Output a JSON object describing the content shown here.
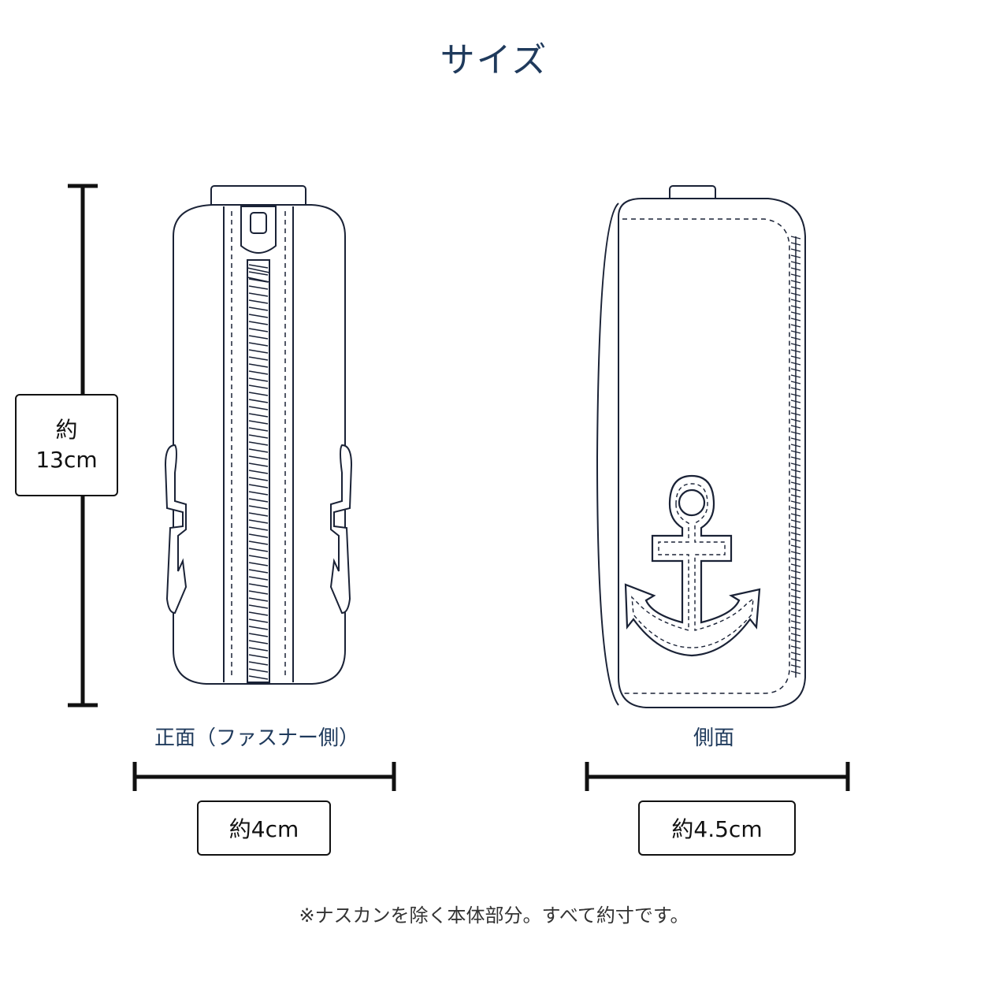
{
  "title": "サイズ",
  "front_view": {
    "caption": "正面（ファスナー側）",
    "width_label": "約4cm"
  },
  "side_view": {
    "caption": "側面",
    "width_label": "約4.5cm"
  },
  "height_label": {
    "line1": "約",
    "line2": "13cm"
  },
  "footnote": "※ナスカンを除く本体部分。すべて約寸です。",
  "colors": {
    "heading": "#1f3a5c",
    "outline": "#1a2236",
    "dimension_line": "#111111"
  }
}
